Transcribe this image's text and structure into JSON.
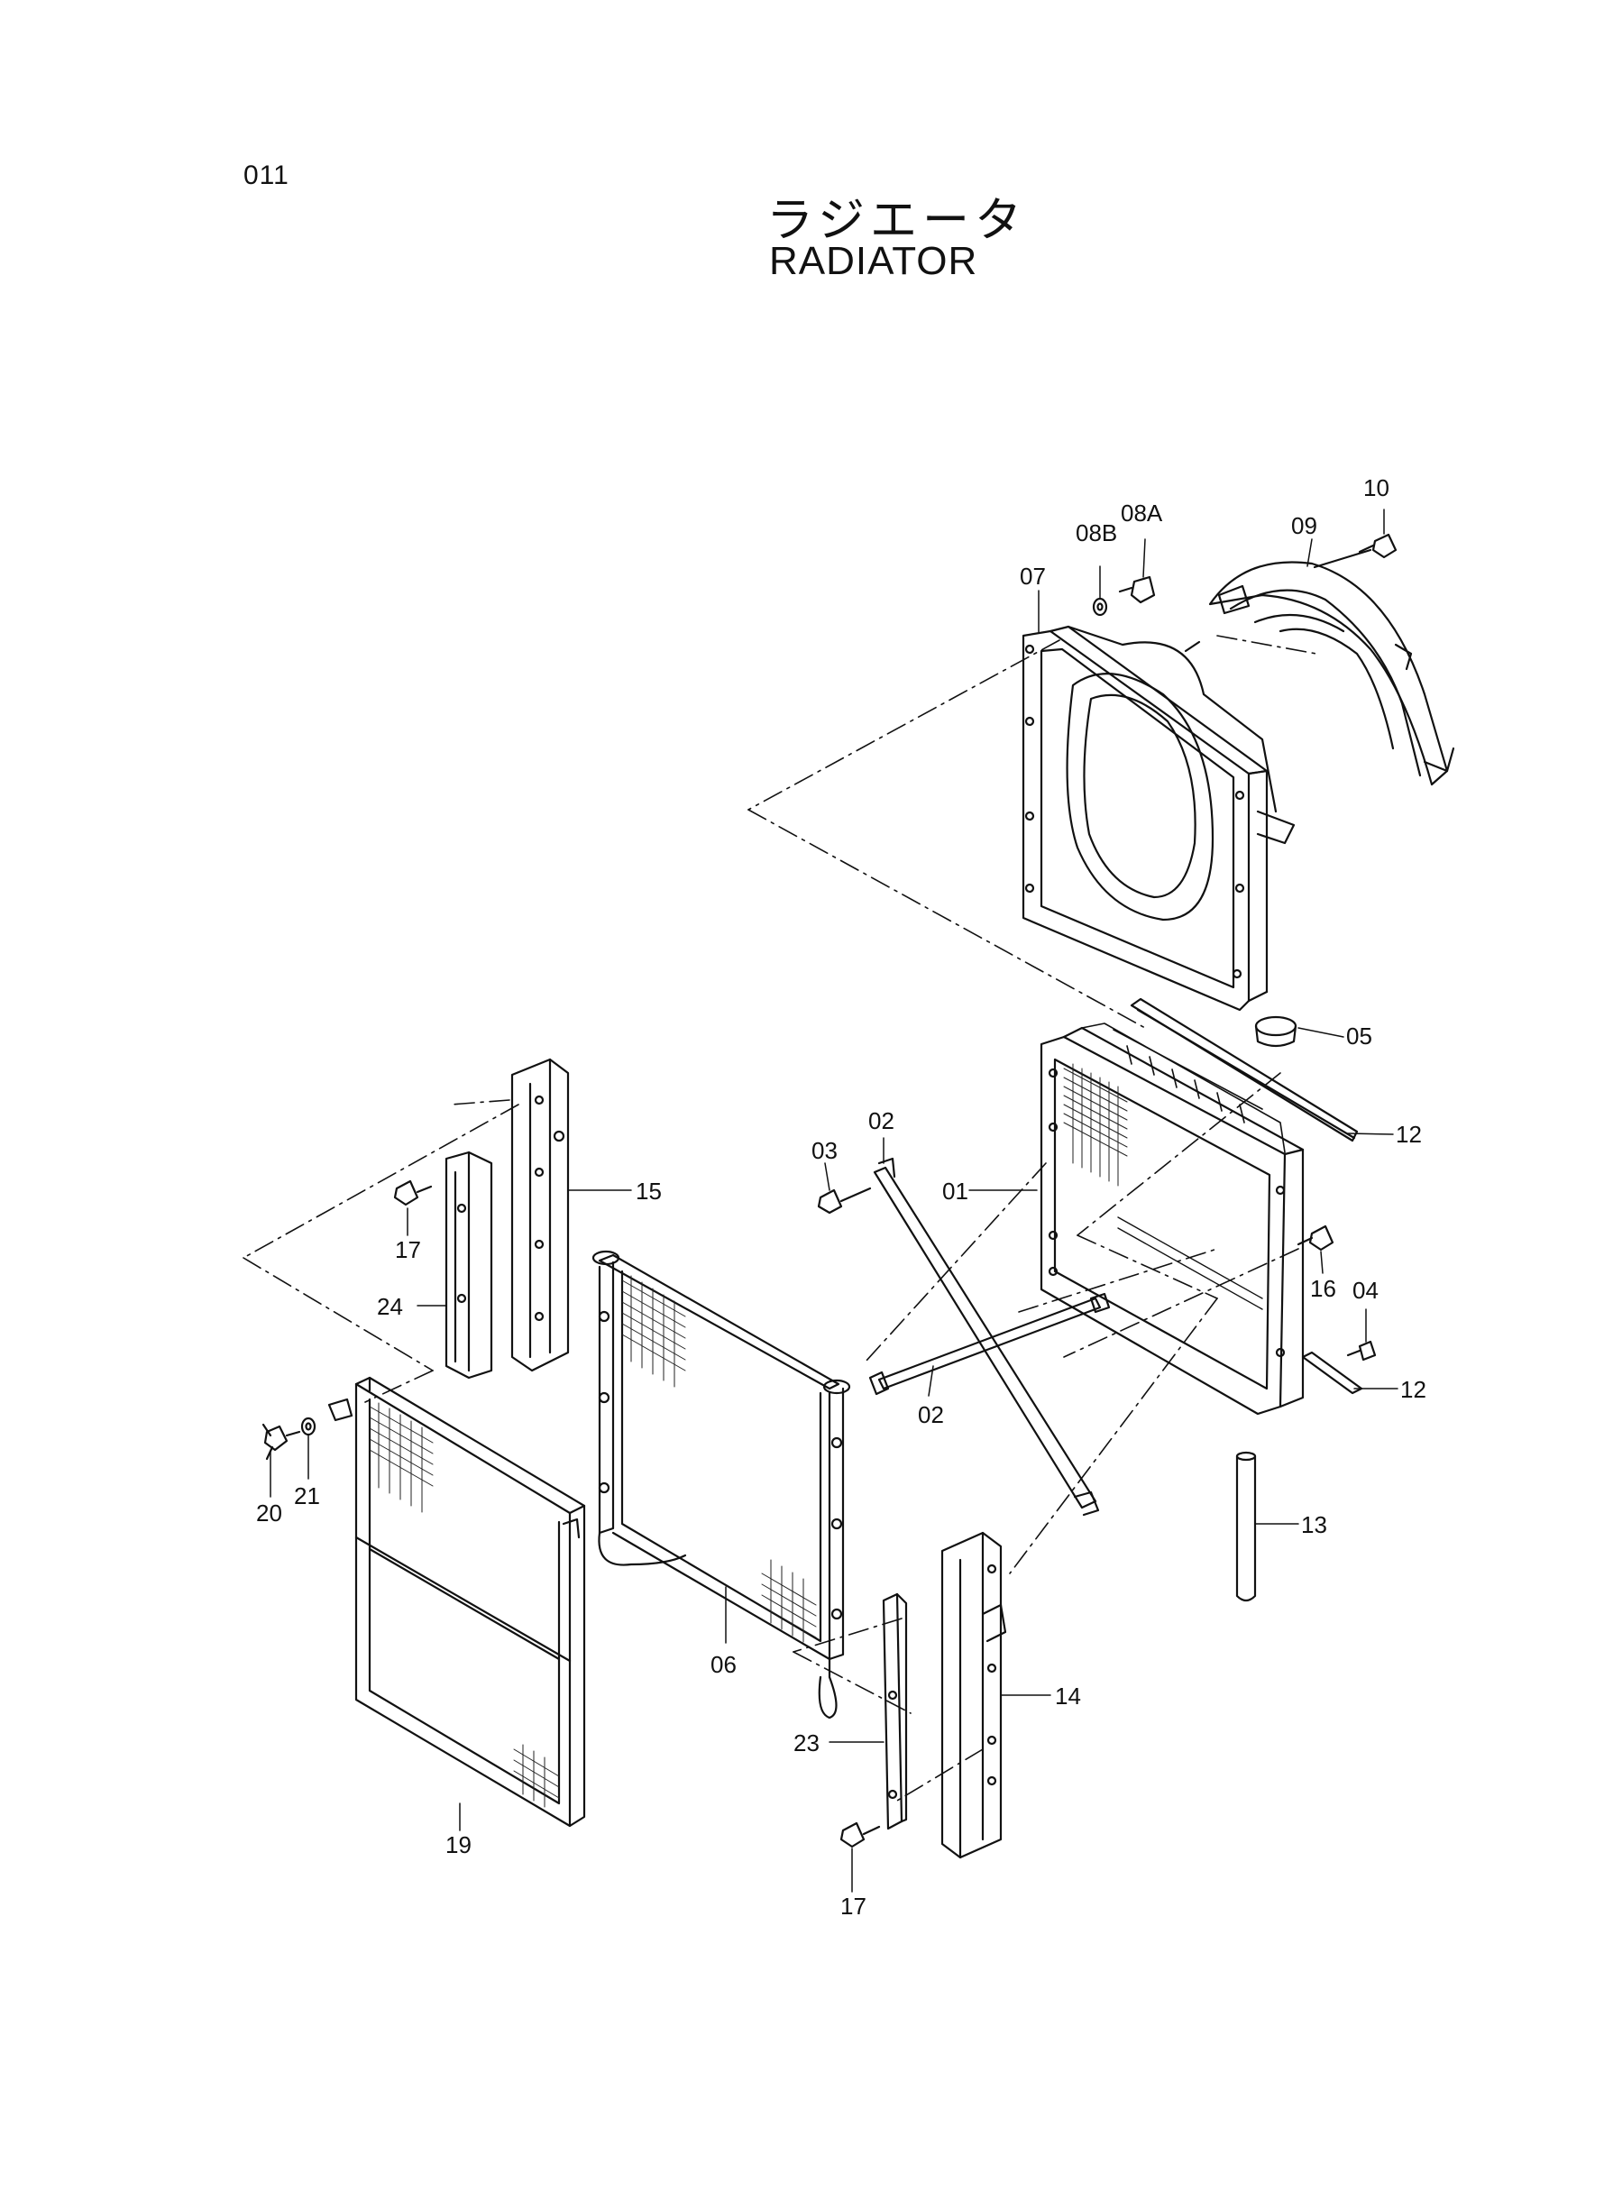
{
  "page": {
    "number": "011",
    "title_jp": "ラジエータ",
    "title_en": "RADIATOR"
  },
  "callouts": [
    {
      "id": "c-01",
      "label": "01"
    },
    {
      "id": "c-02a",
      "label": "02"
    },
    {
      "id": "c-02b",
      "label": "02"
    },
    {
      "id": "c-03",
      "label": "03"
    },
    {
      "id": "c-04",
      "label": "04"
    },
    {
      "id": "c-05",
      "label": "05"
    },
    {
      "id": "c-06",
      "label": "06"
    },
    {
      "id": "c-07",
      "label": "07"
    },
    {
      "id": "c-08a",
      "label": "08A"
    },
    {
      "id": "c-08b",
      "label": "08B"
    },
    {
      "id": "c-09",
      "label": "09"
    },
    {
      "id": "c-10",
      "label": "10"
    },
    {
      "id": "c-12a",
      "label": "12"
    },
    {
      "id": "c-12b",
      "label": "12"
    },
    {
      "id": "c-13",
      "label": "13"
    },
    {
      "id": "c-14",
      "label": "14"
    },
    {
      "id": "c-15",
      "label": "15"
    },
    {
      "id": "c-16",
      "label": "16"
    },
    {
      "id": "c-17a",
      "label": "17"
    },
    {
      "id": "c-17b",
      "label": "17"
    },
    {
      "id": "c-19",
      "label": "19"
    },
    {
      "id": "c-20",
      "label": "20"
    },
    {
      "id": "c-21",
      "label": "21"
    },
    {
      "id": "c-23",
      "label": "23"
    },
    {
      "id": "c-24",
      "label": "24"
    }
  ]
}
